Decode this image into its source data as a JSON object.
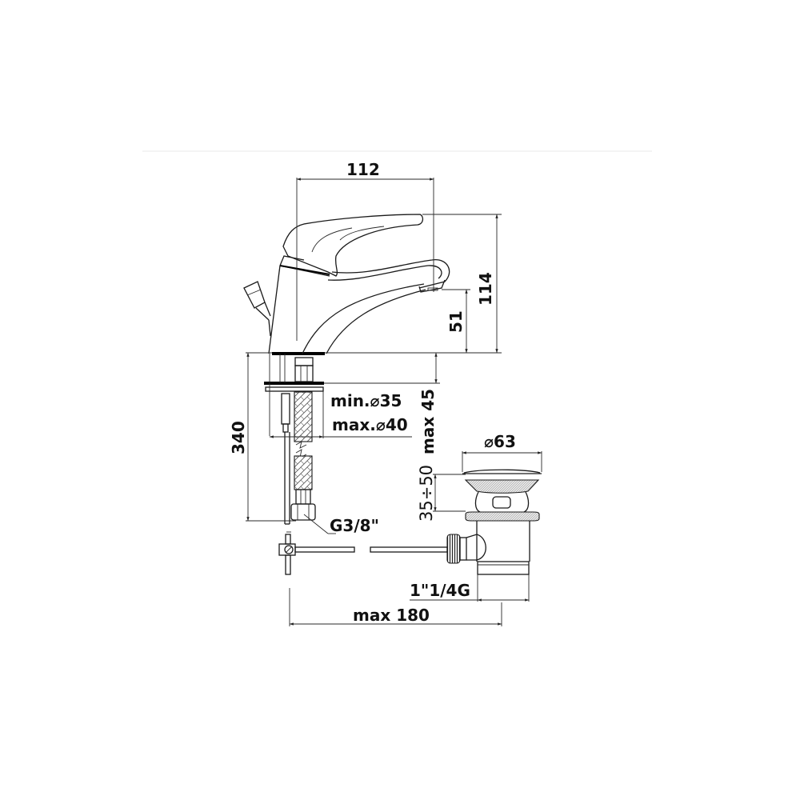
{
  "drawing": {
    "title": "Single-lever basin mixer with pop-up waste – technical dimensions",
    "units": "mm",
    "colors": {
      "line": "#1a1a1a",
      "background": "#ffffff"
    }
  },
  "dimensions": {
    "spout_reach": "112",
    "total_height": "114",
    "spout_height": "51",
    "hose_length": "340",
    "max_deck_thickness": "max 45",
    "hole_min_diameter": "min.⌀35",
    "hole_max_diameter": "max.⌀40",
    "hose_connection": "G3/8\"",
    "waste_diameter": "⌀63",
    "waste_range": "35÷50",
    "waste_thread": "1\"1/4G",
    "rod_max_length": "max 180"
  },
  "components": [
    {
      "name": "mixer-body"
    },
    {
      "name": "lever-handle"
    },
    {
      "name": "spout"
    },
    {
      "name": "pop-up-lift-rod"
    },
    {
      "name": "flexible-hose"
    },
    {
      "name": "pop-up-waste"
    },
    {
      "name": "linkage-rod"
    }
  ]
}
